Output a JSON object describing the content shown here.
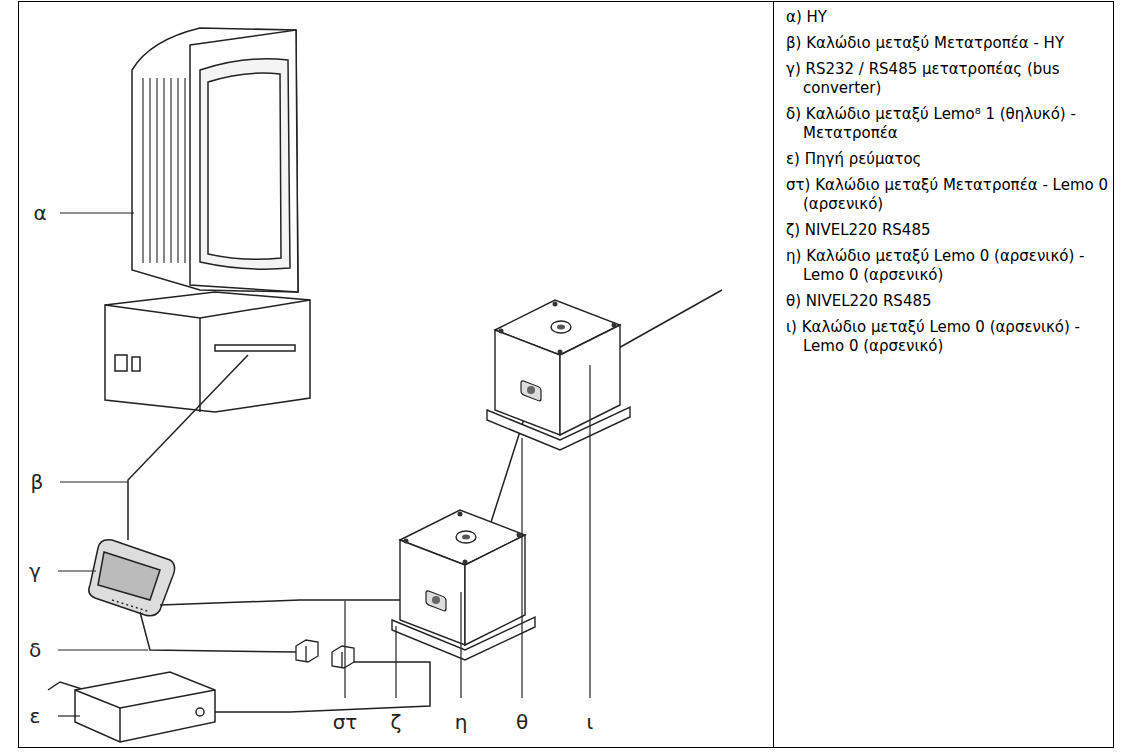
{
  "diagram": {
    "labels": [
      "α",
      "β",
      "γ",
      "δ",
      "ε",
      "στ",
      "ζ",
      "η",
      "θ",
      "ι",
      "α) ΗΥ",
      "β) Καλώδιο μεταξύ Μετατροπέα - ΗΥ",
      "γ) RS232 / RS485 μετατροπέας (bus converter)",
      "δ) Καλώδιο μεταξύ Lemo⁸ 1 (θηλυκό) - Μετατροπέα",
      "ε) Πηγή ρεύματος",
      "στ) Καλώδιο μεταξύ Μετατροπέα - Lemo 0 (αρσενικό)",
      "ζ) NIVEL220 RS485",
      "η) Καλώδιο μεταξύ Lemo 0 (αρσενικό) - Lemo 0 (αρσενικό)",
      "θ) NIVEL220 RS485",
      "ι) Καλώδιο μεταξύ Lemo 0 (αρσενικό) - Lemo 0 (αρσενικό)"
    ]
  }
}
